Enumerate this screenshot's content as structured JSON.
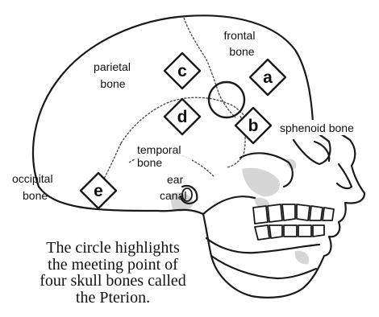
{
  "labels": {
    "frontal_line1": "frontal",
    "frontal_line2": "bone",
    "parietal_line1": "parietal",
    "parietal_line2": "bone",
    "sphenoid": "sphenoid bone",
    "temporal_line1": "temporal",
    "temporal_line2": "bone",
    "occipital_line1": "occipital",
    "occipital_line2": "bone",
    "ear_line1": "ear",
    "ear_line2": "canal"
  },
  "markers": {
    "a": "a",
    "b": "b",
    "c": "c",
    "d": "d",
    "e": "e"
  },
  "caption": {
    "line1": "The circle highlights",
    "line2": "the meeting point of",
    "line3": "four skull bones called",
    "line4": "the Pterion."
  },
  "colors": {
    "outline": "#1a1a1a",
    "suture": "#444444",
    "shadow": "#d0d0d0",
    "marker_fill": "#ffffff"
  }
}
